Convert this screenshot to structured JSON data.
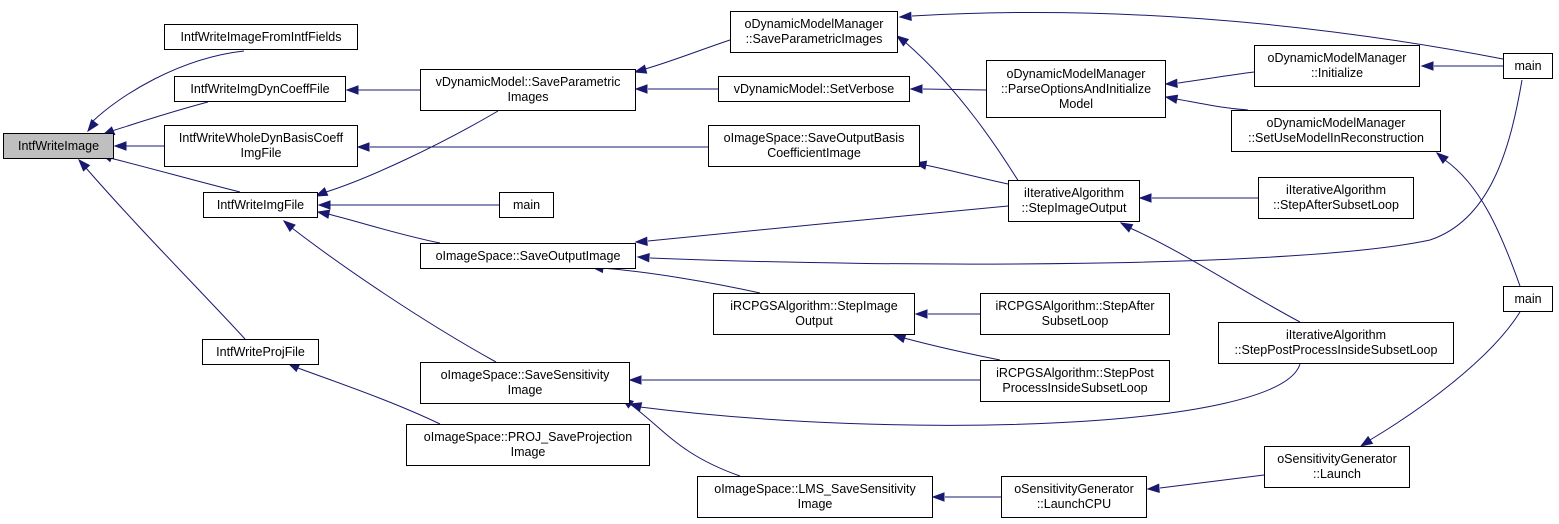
{
  "edge_color": "#191970",
  "focus_fill": "#bfbfbf",
  "nodes": {
    "n0": {
      "lines": [
        "IntfWriteImage"
      ]
    },
    "n1": {
      "lines": [
        "IntfWriteImageFromIntfFields"
      ]
    },
    "n2": {
      "lines": [
        "IntfWriteImgDynCoeffFile"
      ]
    },
    "n3": {
      "lines": [
        "IntfWriteWholeDynBasisCoeff",
        "ImgFile"
      ]
    },
    "n4": {
      "lines": [
        "IntfWriteImgFile"
      ]
    },
    "n5": {
      "lines": [
        "IntfWriteProjFile"
      ]
    },
    "n6": {
      "lines": [
        "vDynamicModel::SaveParametric",
        "Images"
      ]
    },
    "n7": {
      "lines": [
        "main"
      ]
    },
    "n8": {
      "lines": [
        "oImageSpace::SaveOutputImage"
      ]
    },
    "n9": {
      "lines": [
        "oImageSpace::SaveSensitivity",
        "Image"
      ]
    },
    "n10": {
      "lines": [
        "oImageSpace::PROJ_SaveProjection",
        "Image"
      ]
    },
    "n11": {
      "lines": [
        "oDynamicModelManager",
        "::SaveParametricImages"
      ]
    },
    "n12": {
      "lines": [
        "vDynamicModel::SetVerbose"
      ]
    },
    "n13": {
      "lines": [
        "oImageSpace::SaveOutputBasis",
        "CoefficientImage"
      ]
    },
    "n14": {
      "lines": [
        "iRCPGSAlgorithm::StepImage",
        "Output"
      ]
    },
    "n15": {
      "lines": [
        "oImageSpace::LMS_SaveSensitivity",
        "Image"
      ]
    },
    "n16": {
      "lines": [
        "oDynamicModelManager",
        "::ParseOptionsAndInitialize",
        "Model"
      ]
    },
    "n17": {
      "lines": [
        "iIterativeAlgorithm",
        "::StepImageOutput"
      ]
    },
    "n18": {
      "lines": [
        "iRCPGSAlgorithm::StepAfter",
        "SubsetLoop"
      ]
    },
    "n19": {
      "lines": [
        "iRCPGSAlgorithm::StepPost",
        "ProcessInsideSubsetLoop"
      ]
    },
    "n20": {
      "lines": [
        "oSensitivityGenerator",
        "::LaunchCPU"
      ]
    },
    "n21": {
      "lines": [
        "oDynamicModelManager",
        "::Initialize"
      ]
    },
    "n22": {
      "lines": [
        "oDynamicModelManager",
        "::SetUseModelInReconstruction"
      ]
    },
    "n23": {
      "lines": [
        "iIterativeAlgorithm",
        "::StepAfterSubsetLoop"
      ]
    },
    "n24": {
      "lines": [
        "iIterativeAlgorithm",
        "::StepPostProcessInsideSubsetLoop"
      ]
    },
    "n25": {
      "lines": [
        "oSensitivityGenerator",
        "::Launch"
      ]
    },
    "n26": {
      "lines": [
        "main"
      ]
    },
    "n27": {
      "lines": [
        "main"
      ]
    }
  }
}
